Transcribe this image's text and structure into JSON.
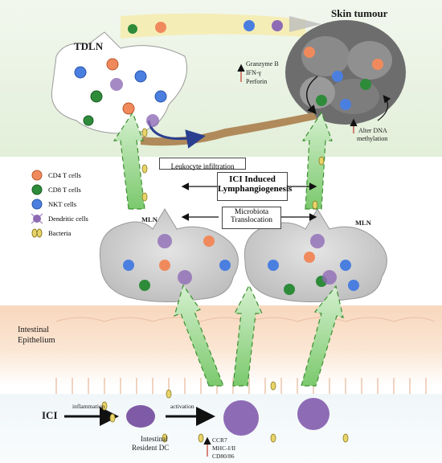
{
  "labels": {
    "tdln": "TDLN",
    "skin_tumour": "Skin tumour",
    "granzyme": "Granzyme B",
    "ifn": "IFN-γ",
    "perforin": "Perforin",
    "leukocyte": "Leukocyte infiltration",
    "alter_dna_1": "Alter DNA",
    "alter_dna_2": "methylation",
    "ici_induced_1": "ICI Induced",
    "ici_induced_2": "Lymphangiogenesis",
    "microbiota_1": "Microbiota",
    "microbiota_2": "Translocation",
    "mln_left": "MLN",
    "mln_right": "MLN",
    "epithelium_1": "Intestinal",
    "epithelium_2": "Epithelium",
    "ici": "ICI",
    "inflammation": "inflammation",
    "activation": "activation",
    "resident_dc_1": "Intestinal",
    "resident_dc_2": "Resident DC",
    "ccr7": "CCR7",
    "mhc": "MHC-I/II",
    "cd80": "CD80/86"
  },
  "legend": [
    {
      "label": "CD4 T cells",
      "icon": "cd4-t-cell-icon",
      "color": "#f08a5d"
    },
    {
      "label": "CD8 T cells",
      "icon": "cd8-t-cell-icon",
      "color": "#2e8b3a"
    },
    {
      "label": "NKT cells",
      "icon": "nkt-cell-icon",
      "color": "#4a7fe0"
    },
    {
      "label": "Dendritic cells",
      "icon": "dendritic-cell-icon",
      "color": "#8e6bb5"
    },
    {
      "label": "Bacteria",
      "icon": "bacteria-icon",
      "color": "#c9b23a"
    }
  ],
  "colors": {
    "top_panel": "#e9f2e4",
    "lymph_node": "#cfcfcf",
    "epithelium": "#f6c9a6",
    "arrow_green": "#6fbf63",
    "vessel": "#b08a5a"
  }
}
